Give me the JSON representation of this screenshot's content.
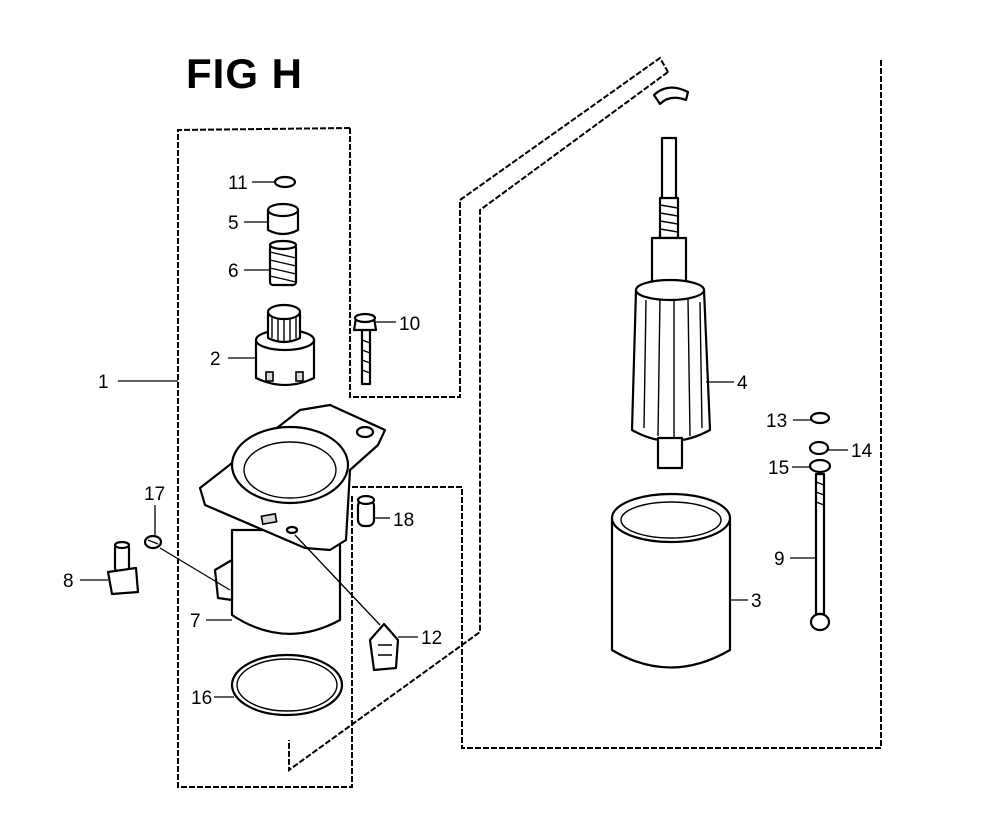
{
  "figure": {
    "title": "FIG H"
  },
  "callouts": [
    {
      "id": "1",
      "label": "1"
    },
    {
      "id": "2",
      "label": "2"
    },
    {
      "id": "3",
      "label": "3"
    },
    {
      "id": "4",
      "label": "4"
    },
    {
      "id": "5",
      "label": "5"
    },
    {
      "id": "6",
      "label": "6"
    },
    {
      "id": "7",
      "label": "7"
    },
    {
      "id": "8",
      "label": "8"
    },
    {
      "id": "9",
      "label": "9"
    },
    {
      "id": "10",
      "label": "10"
    },
    {
      "id": "11",
      "label": "11"
    },
    {
      "id": "12",
      "label": "12"
    },
    {
      "id": "13",
      "label": "13"
    },
    {
      "id": "14",
      "label": "14"
    },
    {
      "id": "15",
      "label": "15"
    },
    {
      "id": "16",
      "label": "16"
    },
    {
      "id": "17",
      "label": "17"
    },
    {
      "id": "18",
      "label": "18"
    }
  ]
}
